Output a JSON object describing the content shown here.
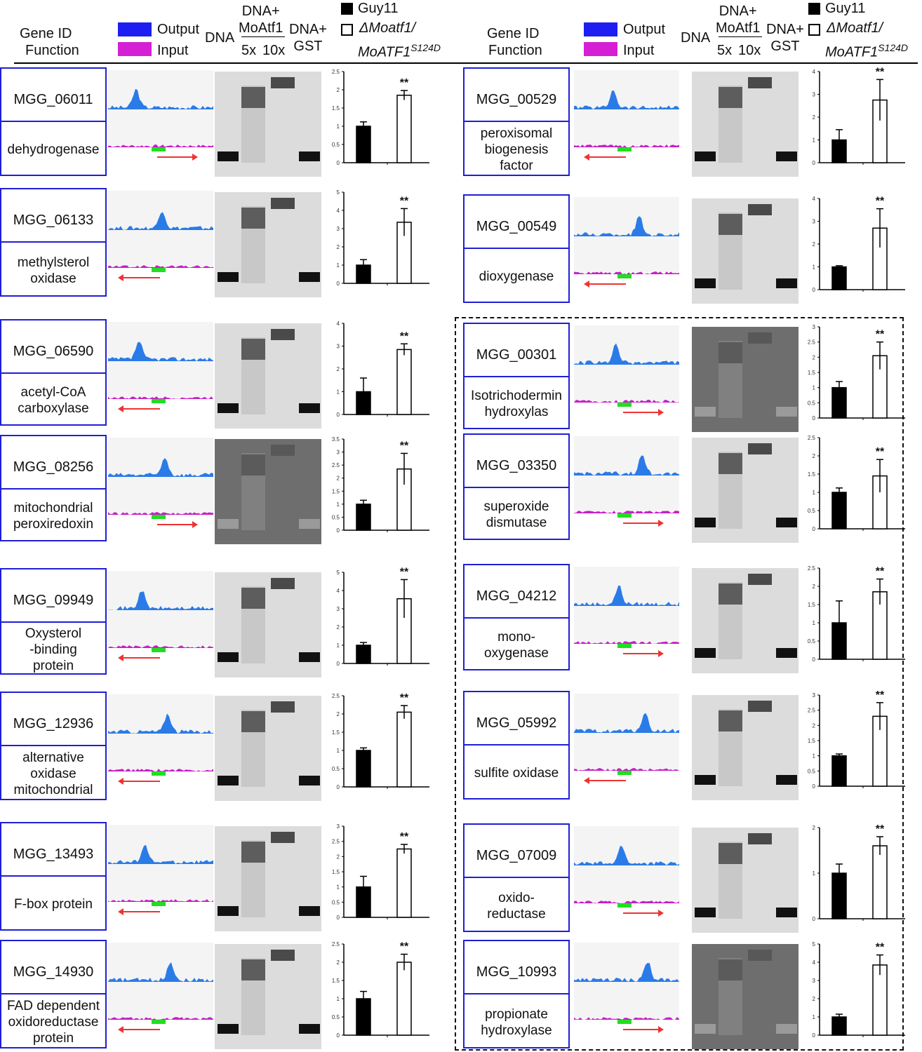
{
  "header": {
    "gene_id": "Gene ID",
    "function": "Function",
    "output": "Output",
    "input": "Input",
    "dna": "DNA",
    "dna_moatf1": "DNA+\nMoAtf1",
    "conc_5x": "5x",
    "conc_10x": "10x",
    "dna_gst": "DNA+\nGST",
    "guy11": "Guy11",
    "mutant": "ΔMoatf1/",
    "mutant_line2": "MoATF1",
    "mutant_sup": "S124D",
    "colors": {
      "output": "#1e1ef2",
      "input": "#d41fd4",
      "track_output": "#2a7be8",
      "track_input": "#c71fc7",
      "guy11_bar": "#000000",
      "mutant_bar": "#ffffff"
    }
  },
  "genes": [
    {
      "id": "MGG_06011",
      "function": "dehydrogenase",
      "direction": "right",
      "ymax": 2.5,
      "yticks": [
        "0",
        "0.5",
        "1",
        "1.5",
        "2",
        "2.5"
      ],
      "guy11": 1.0,
      "guy11_err": 0.12,
      "mutant": 1.85,
      "mutant_err": 0.13,
      "sig": "**"
    },
    {
      "id": "MGG_06133",
      "function": "methylsterol\noxidase",
      "direction": "left",
      "ymax": 5,
      "yticks": [
        "0",
        "1",
        "2",
        "3",
        "4",
        "5"
      ],
      "guy11": 1.0,
      "guy11_err": 0.3,
      "mutant": 3.35,
      "mutant_err": 0.75,
      "sig": "**"
    },
    {
      "id": "MGG_06590",
      "function": "acetyl-CoA\ncarboxylase",
      "direction": "left",
      "ymax": 4,
      "yticks": [
        "0",
        "1",
        "2",
        "3",
        "4"
      ],
      "guy11": 1.0,
      "guy11_err": 0.6,
      "mutant": 2.85,
      "mutant_err": 0.25,
      "sig": "**"
    },
    {
      "id": "MGG_08256",
      "function": "mitochondrial\nperoxiredoxin",
      "direction": "right",
      "ymax": 3.5,
      "yticks": [
        "0",
        "0.5",
        "1",
        "1.5",
        "2",
        "2.5",
        "3",
        "3.5"
      ],
      "guy11": 1.0,
      "guy11_err": 0.15,
      "mutant": 2.35,
      "mutant_err": 0.6,
      "sig": "**"
    },
    {
      "id": "MGG_09949",
      "function": "Oxysterol\n-binding\nprotein",
      "direction": "left",
      "ymax": 5,
      "yticks": [
        "0",
        "1",
        "2",
        "3",
        "4",
        "5"
      ],
      "guy11": 1.0,
      "guy11_err": 0.15,
      "mutant": 3.55,
      "mutant_err": 1.05,
      "sig": "**"
    },
    {
      "id": "MGG_12936",
      "function": "alternative\noxidase\nmitochondrial",
      "direction": "left",
      "ymax": 2.5,
      "yticks": [
        "0",
        "0.5",
        "1",
        "1.5",
        "2",
        "2.5"
      ],
      "guy11": 1.0,
      "guy11_err": 0.07,
      "mutant": 2.05,
      "mutant_err": 0.18,
      "sig": "**"
    },
    {
      "id": "MGG_13493",
      "function": "F-box protein",
      "direction": "left",
      "ymax": 3,
      "yticks": [
        "0",
        "0.5",
        "1",
        "1.5",
        "2",
        "2.5",
        "3"
      ],
      "guy11": 1.0,
      "guy11_err": 0.35,
      "mutant": 2.25,
      "mutant_err": 0.15,
      "sig": "**"
    },
    {
      "id": "MGG_14930",
      "function": "FAD dependent\noxidoreductase\nprotein",
      "direction": "left",
      "ymax": 2.5,
      "yticks": [
        "0",
        "0.5",
        "1",
        "1.5",
        "2",
        "2.5"
      ],
      "guy11": 1.0,
      "guy11_err": 0.2,
      "mutant": 2.0,
      "mutant_err": 0.22,
      "sig": "**"
    },
    {
      "id": "MGG_00529",
      "function": "peroxisomal\nbiogenesis\nfactor",
      "direction": "left",
      "ymax": 4,
      "yticks": [
        "0",
        "1",
        "2",
        "3",
        "4"
      ],
      "guy11": 1.0,
      "guy11_err": 0.45,
      "mutant": 2.75,
      "mutant_err": 0.9,
      "sig": "**"
    },
    {
      "id": "MGG_00549",
      "function": "dioxygenase",
      "direction": "left",
      "ymax": 4,
      "yticks": [
        "0",
        "1",
        "2",
        "3",
        "4"
      ],
      "guy11": 1.0,
      "guy11_err": 0.05,
      "mutant": 2.7,
      "mutant_err": 0.85,
      "sig": "**"
    },
    {
      "id": "MGG_00301",
      "function": "Isotrichodermin\nhydroxylas",
      "direction": "right",
      "ymax": 3,
      "yticks": [
        "0",
        "0.5",
        "1",
        "1.5",
        "2",
        "2.5",
        "3"
      ],
      "guy11": 1.0,
      "guy11_err": 0.2,
      "mutant": 2.05,
      "mutant_err": 0.45,
      "sig": "**"
    },
    {
      "id": "MGG_03350",
      "function": "superoxide\ndismutase",
      "direction": "right",
      "ymax": 2.5,
      "yticks": [
        "0",
        "0.5",
        "1",
        "1.5",
        "2",
        "2.5"
      ],
      "guy11": 1.0,
      "guy11_err": 0.12,
      "mutant": 1.45,
      "mutant_err": 0.45,
      "sig": "**"
    },
    {
      "id": "MGG_04212",
      "function": "mono-\noxygenase",
      "direction": "right",
      "ymax": 2.5,
      "yticks": [
        "0",
        "0.5",
        "1",
        "1.5",
        "2",
        "2.5"
      ],
      "guy11": 1.0,
      "guy11_err": 0.6,
      "mutant": 1.85,
      "mutant_err": 0.35,
      "sig": "**"
    },
    {
      "id": "MGG_05992",
      "function": "sulfite oxidase",
      "direction": "left",
      "ymax": 3,
      "yticks": [
        "0",
        "0.5",
        "1",
        "1.5",
        "2",
        "2.5",
        "3"
      ],
      "guy11": 1.0,
      "guy11_err": 0.06,
      "mutant": 2.3,
      "mutant_err": 0.45,
      "sig": "**"
    },
    {
      "id": "MGG_07009",
      "function": "oxido-\nreductase",
      "direction": "right",
      "ymax": 2,
      "yticks": [
        "0",
        "1",
        "2"
      ],
      "guy11": 1.0,
      "guy11_err": 0.2,
      "mutant": 1.6,
      "mutant_err": 0.2,
      "sig": "**"
    },
    {
      "id": "MGG_10993",
      "function": "propionate\nhydroxylase",
      "direction": "right",
      "ymax": 5,
      "yticks": [
        "0",
        "1",
        "2",
        "3",
        "4",
        "5"
      ],
      "guy11": 1.0,
      "guy11_err": 0.15,
      "mutant": 3.85,
      "mutant_err": 0.55,
      "sig": "**"
    }
  ]
}
